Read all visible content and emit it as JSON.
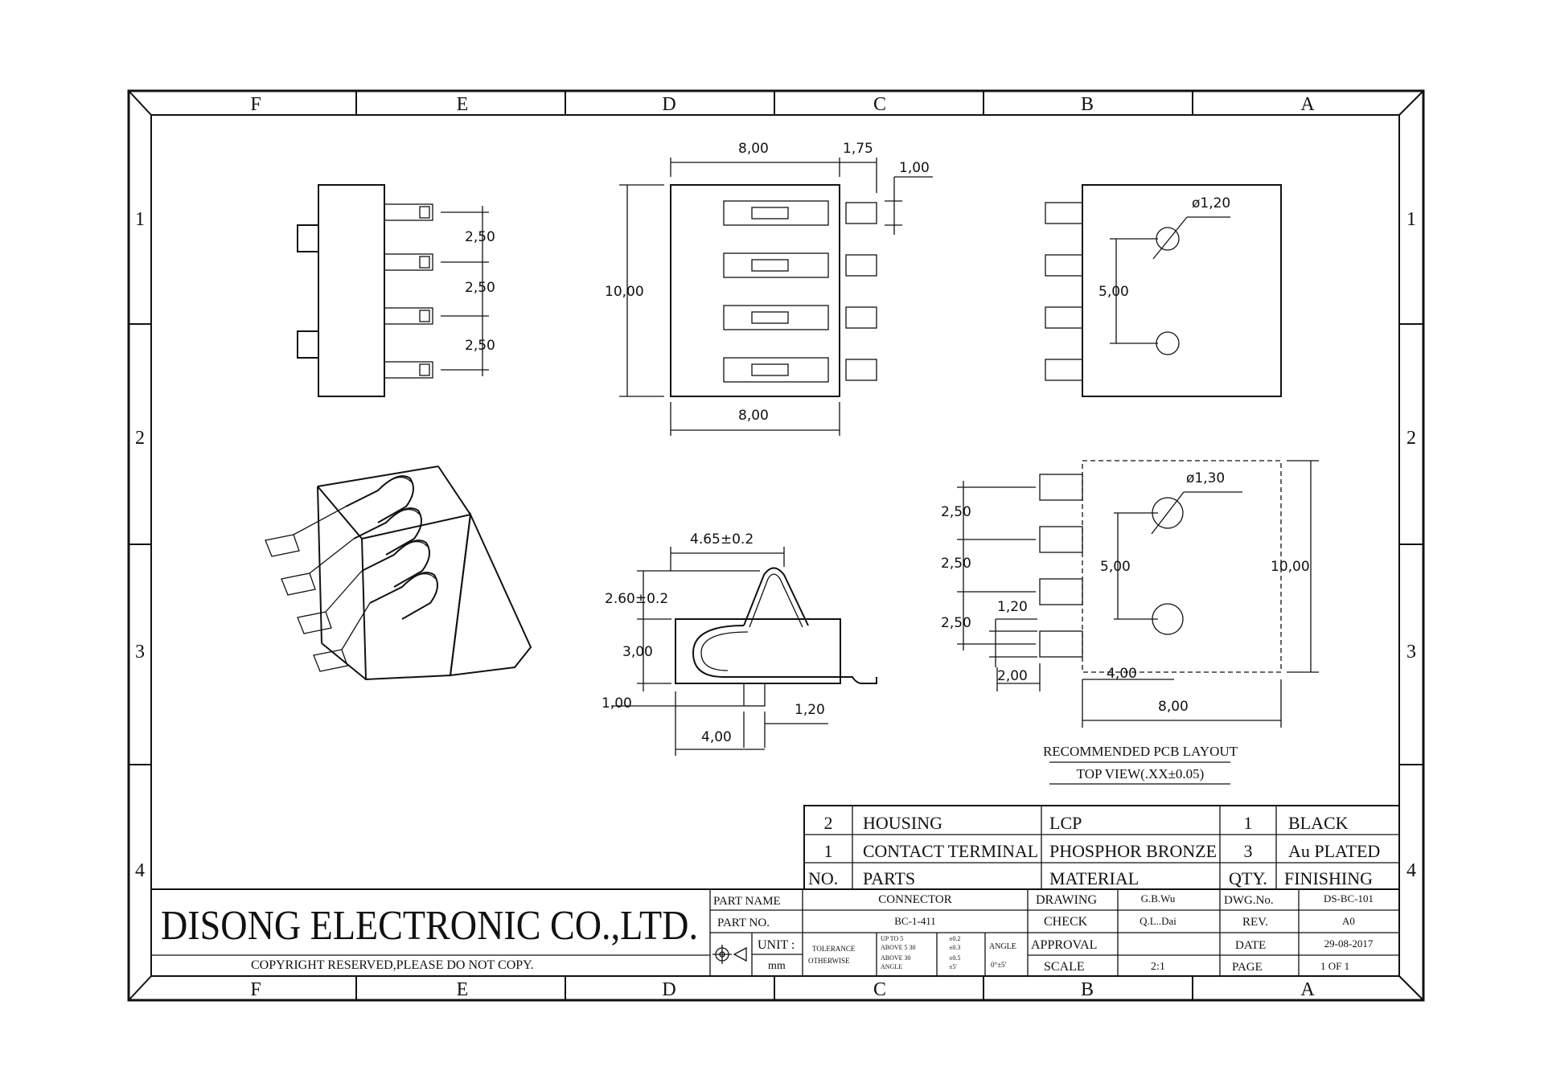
{
  "zones": {
    "columns": [
      "F",
      "E",
      "D",
      "C",
      "B",
      "A"
    ],
    "rows": [
      "1",
      "2",
      "3",
      "4"
    ]
  },
  "dims": {
    "side_pitch_1": "2,50",
    "side_pitch_2": "2,50",
    "side_pitch_3": "2,50",
    "top_width": "8,00",
    "top_pin_len": "1,75",
    "top_pin_w": "1,00",
    "top_height": "10,00",
    "top_bottom_width": "8,00",
    "back_hole_dia": "ø1,20",
    "back_hole_pitch": "5,00",
    "pcb_hole_dia": "ø1,30",
    "pcb_pitch_1": "2,50",
    "pcb_pitch_2": "2,50",
    "pcb_pitch_3": "2,50",
    "pcb_pad_w": "1,20",
    "pcb_hole_pitch": "5,00",
    "pcb_height": "10,00",
    "pcb_pad_len": "2,00",
    "pcb_offset": "4,00",
    "pcb_width": "8,00",
    "contact_width": "4.65±0.2",
    "contact_height": "2.60±0.2",
    "contact_body": "3,00",
    "contact_boss_h": "1,00",
    "contact_boss_w": "1,20",
    "contact_boss_pos": "4,00"
  },
  "pcb_caption": {
    "line1": "RECOMMENDED PCB LAYOUT",
    "line2": "TOP VIEW(.XX±0.05)"
  },
  "bom": {
    "rows": [
      {
        "no": "2",
        "part": "HOUSING",
        "material": "LCP",
        "qty": "1",
        "finish": "BLACK"
      },
      {
        "no": "1",
        "part": "CONTACT TERMINAL",
        "material": "PHOSPHOR BRONZE",
        "qty": "3",
        "finish": "Au PLATED"
      }
    ],
    "header": {
      "no": "NO.",
      "part": "PARTS",
      "material": "MATERIAL",
      "qty": "QTY.",
      "finish": "FINISHING"
    }
  },
  "title_block": {
    "company": "DISONG ELECTRONIC CO.,LTD.",
    "copyright": "COPYRIGHT RESERVED,PLEASE DO NOT COPY.",
    "part_name_label": "PART NAME",
    "part_name": "CONNECTOR",
    "part_no_label": "PART NO.",
    "part_no": "BC-1-411",
    "unit_label": "UNIT :",
    "unit": "mm",
    "tolerance_label": "TOLERANCE",
    "otherwise_label": "OTHERWISE",
    "tol_up_to_5": "UP TO 5",
    "tol_up_to_5_val": "±0.2",
    "tol_above_5_30": "ABOVE 5 30",
    "tol_above_5_30_val": "±0.3",
    "tol_above_30": "ABOVE 30",
    "tol_above_30_val": "±0.5",
    "tol_angle": "ANGLE",
    "tol_angle_val": "±5'",
    "angle_label": "ANGLE",
    "angle_val": "0°±5'",
    "drawing_label": "DRAWING",
    "drawing": "G.B.Wu",
    "check_label": "CHECK",
    "check": "Q.L..Dai",
    "approval_label": "APPROVAL",
    "scale_label": "SCALE",
    "scale": "2:1",
    "dwg_no_label": "DWG.No.",
    "dwg_no": "DS-BC-101",
    "rev_label": "REV.",
    "rev": "A0",
    "date_label": "DATE",
    "date": "29-08-2017",
    "page_label": "PAGE",
    "page": "1 OF 1"
  }
}
